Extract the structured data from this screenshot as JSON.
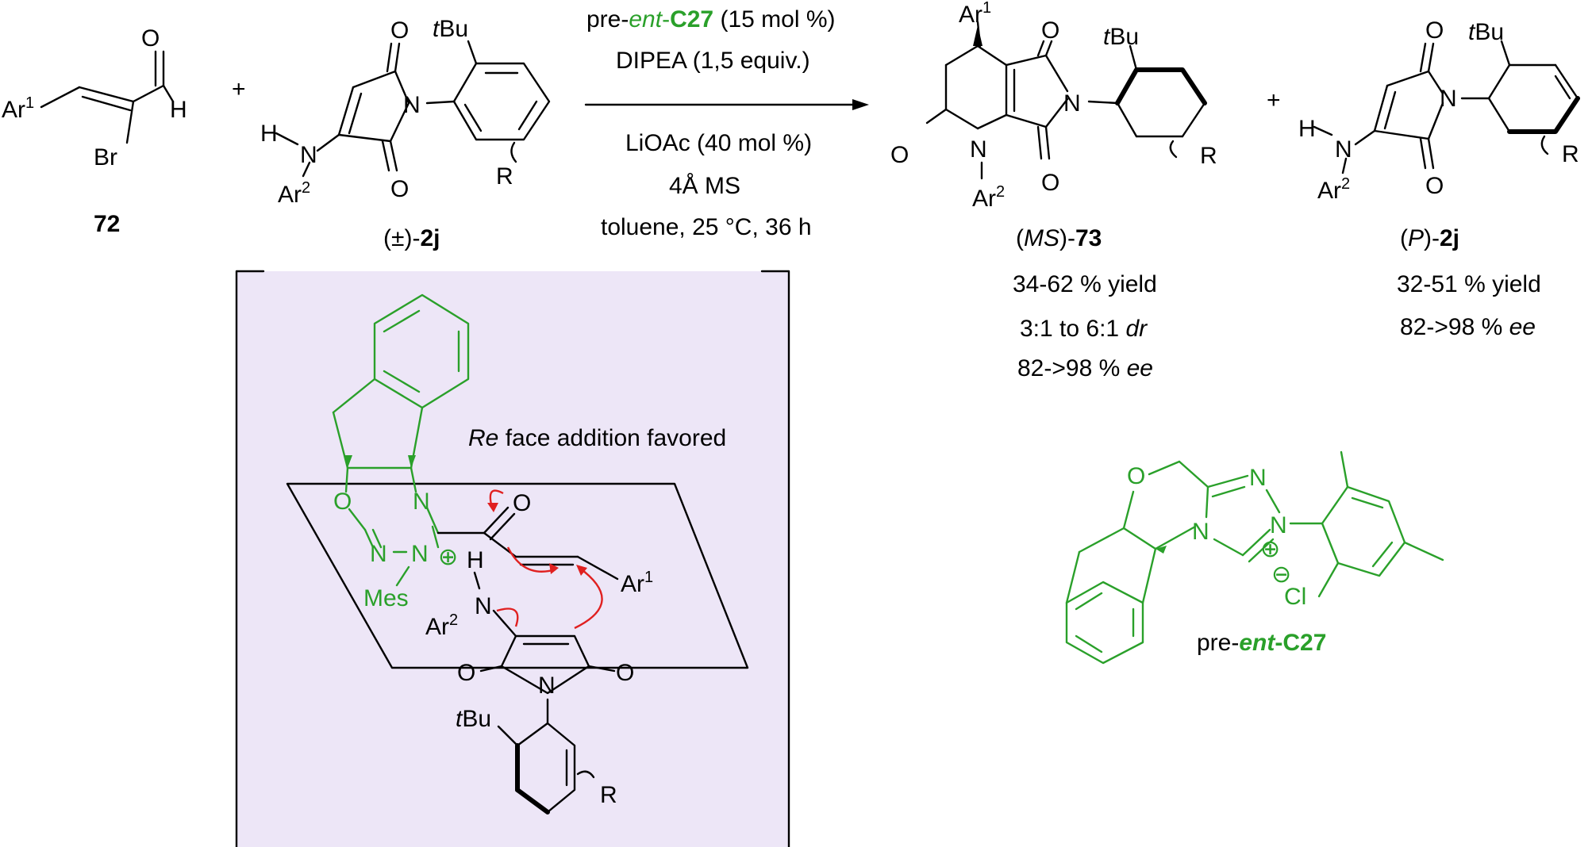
{
  "colors": {
    "catalyst_green": "#2aa02a",
    "arrow_red": "#e02020",
    "ts_panel": "#ede6f7"
  },
  "compounds": {
    "c72": {
      "id": "72"
    },
    "c2j": {
      "prefix": "(±)-",
      "id": "2j"
    },
    "c73": {
      "open": "(",
      "stereo": "MS",
      "close": ")-",
      "id": "73",
      "yield": "34-62 % yield",
      "dr_value": "3:1 to 6:1 ",
      "dr_unit": "dr",
      "ee_value": "82->98 % ",
      "ee_unit": "ee"
    },
    "cP2j": {
      "open": "(",
      "stereo": "P",
      "close": ")-",
      "id": "2j",
      "yield": "32-51 % yield",
      "ee_value": "82->98 % ",
      "ee_unit": "ee"
    }
  },
  "conditions": {
    "line1_pre": "pre-",
    "line1_ent": "ent",
    "line1_dash": "-",
    "line1_cat": "C27",
    "line1_loading": " (15 mol %)",
    "line2": "DIPEA (1,5 equiv.)",
    "line3": "LiOAc (40 mol %)",
    "line4": "4Å MS",
    "line5": "toluene, 25 °C, 36 h"
  },
  "ts": {
    "note_italic": "Re",
    "note_rest": " face addition favored"
  },
  "catalyst": {
    "pre": "pre-",
    "ent": "ent",
    "dash": "-",
    "cat": "C27"
  },
  "atoms": {
    "O": "O",
    "H": "H",
    "N": "N",
    "Br": "Br",
    "R": "R",
    "Ar": "Ar",
    "one": "1",
    "two": "2",
    "t": "t",
    "Bu": "Bu",
    "plus": "+",
    "Mes": "Mes",
    "Cl": "Cl",
    "oplus": "⊕",
    "ominus": "⊖"
  }
}
